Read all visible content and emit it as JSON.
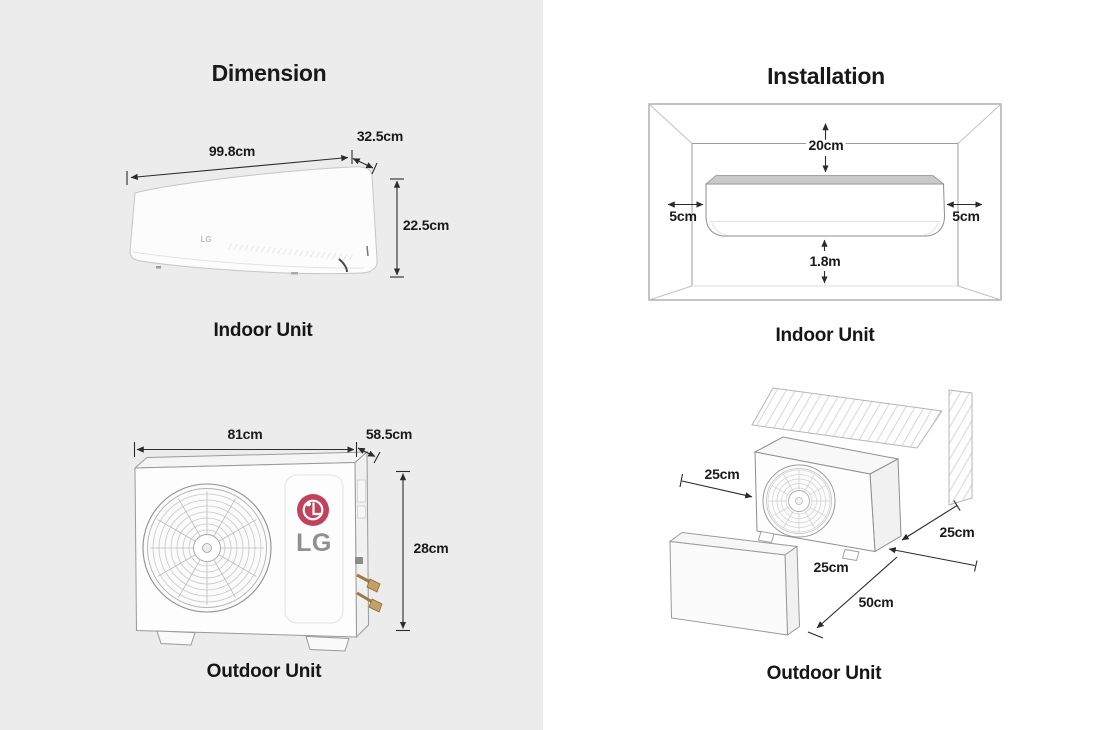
{
  "colors": {
    "left_panel_bg": "#ececec",
    "right_panel_bg": "#ffffff",
    "line_art": "#9a9a9a",
    "dimension_lines": "#2b2b2b",
    "text": "#1a1a1a",
    "lg_red": "#c2425e",
    "lg_gray": "#8f8f8f"
  },
  "dimension_panel": {
    "title": "Dimension",
    "indoor": {
      "label": "Indoor Unit",
      "width": "99.8cm",
      "depth": "32.5cm",
      "height": "22.5cm",
      "logo": "LG"
    },
    "outdoor": {
      "label": "Outdoor Unit",
      "width": "81cm",
      "depth": "58.5cm",
      "height": "28cm",
      "logo": "LG"
    }
  },
  "installation_panel": {
    "title": "Installation",
    "indoor": {
      "label": "Indoor Unit",
      "clearance_top": "20cm",
      "clearance_left": "5cm",
      "clearance_right": "5cm",
      "clearance_bottom": "1.8m"
    },
    "outdoor": {
      "label": "Outdoor Unit",
      "clearance_side": "25cm",
      "clearance_back_upper": "25cm",
      "clearance_back_lower": "25cm",
      "clearance_front": "50cm"
    }
  }
}
